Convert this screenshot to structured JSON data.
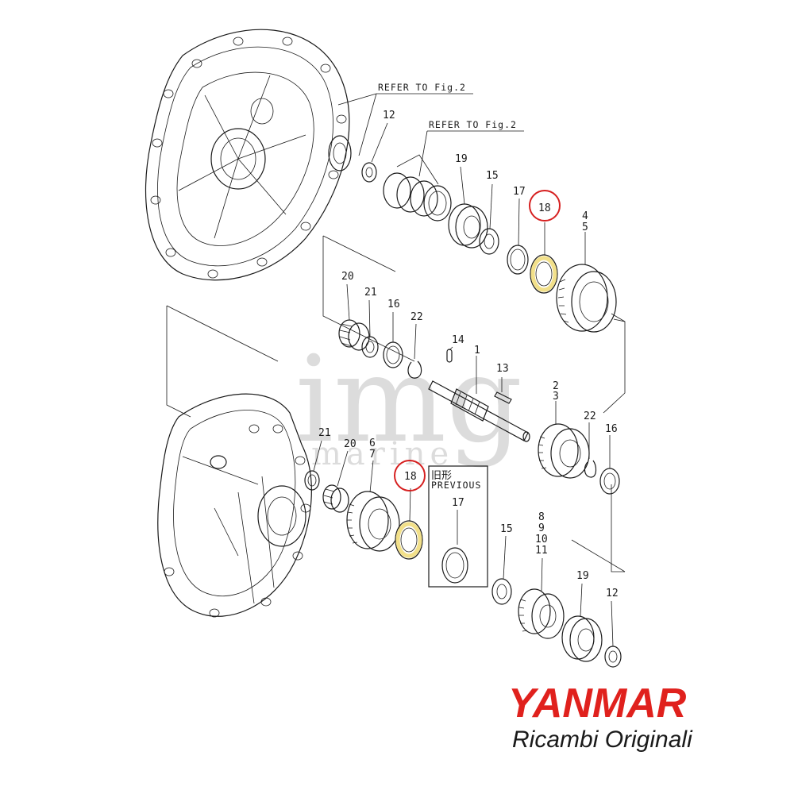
{
  "callouts": {
    "refer_1": "REFER TO Fig.2",
    "refer_2": "REFER TO Fig.2"
  },
  "previous_box": {
    "kanji": "旧形",
    "label": "PREVIOUS"
  },
  "labels": {
    "p12_top": "12",
    "p19_top": "19",
    "p15_top": "15",
    "p17_top": "17",
    "p18_top": "18",
    "p4": "4",
    "p5": "5",
    "p20_mid": "20",
    "p21_mid": "21",
    "p16_mid": "16",
    "p22_mid": "22",
    "p14": "14",
    "p1": "1",
    "p13": "13",
    "p2": "2",
    "p3": "3",
    "p22_right": "22",
    "p16_right": "16",
    "p21_bottom": "21",
    "p20_bottom": "20",
    "p6": "6",
    "p7": "7",
    "p18_bottom": "18",
    "p17_prev": "17",
    "p15_bottom": "15",
    "p8": "8",
    "p9": "9",
    "p10": "10",
    "p11": "11",
    "p19_bottom": "19",
    "p12_bottom": "12"
  },
  "highlight": {
    "part": "18",
    "circle_color": "#d62020",
    "fill_color": "#f2e08a"
  },
  "watermark": {
    "text": "img",
    "subtext": "marine"
  },
  "brand": {
    "name": "YANMAR",
    "tagline": "Ricambi Originali",
    "color": "#e0211d"
  }
}
